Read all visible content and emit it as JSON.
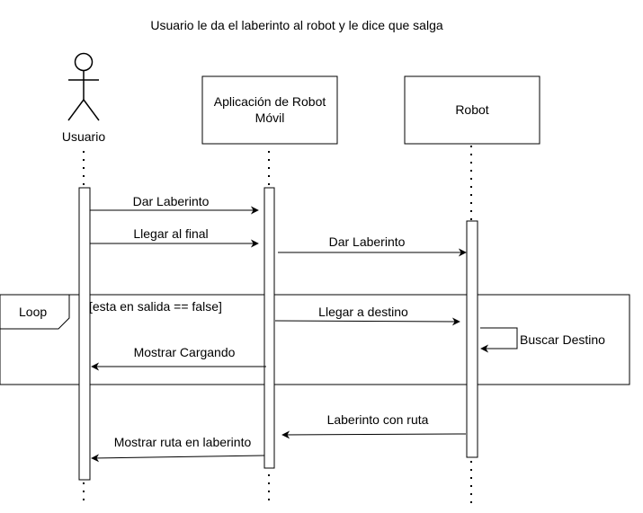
{
  "title": "Usuario le da el laberinto al robot y le dice que salga",
  "participants": {
    "actor": "Usuario",
    "app_line1": "Aplicación de Robot",
    "app_line2": "Móvil",
    "robot": "Robot"
  },
  "messages": {
    "m1": "Dar Laberinto",
    "m2": "Llegar al final",
    "m3": "Dar Laberinto",
    "m4": "Llegar a destino",
    "m5": "Buscar Destino",
    "m6": "Mostrar Cargando",
    "m7": "Laberinto con ruta",
    "m8": "Mostrar ruta en laberinto"
  },
  "loop": {
    "label": "Loop",
    "guard": "[esta en salida == false]"
  }
}
